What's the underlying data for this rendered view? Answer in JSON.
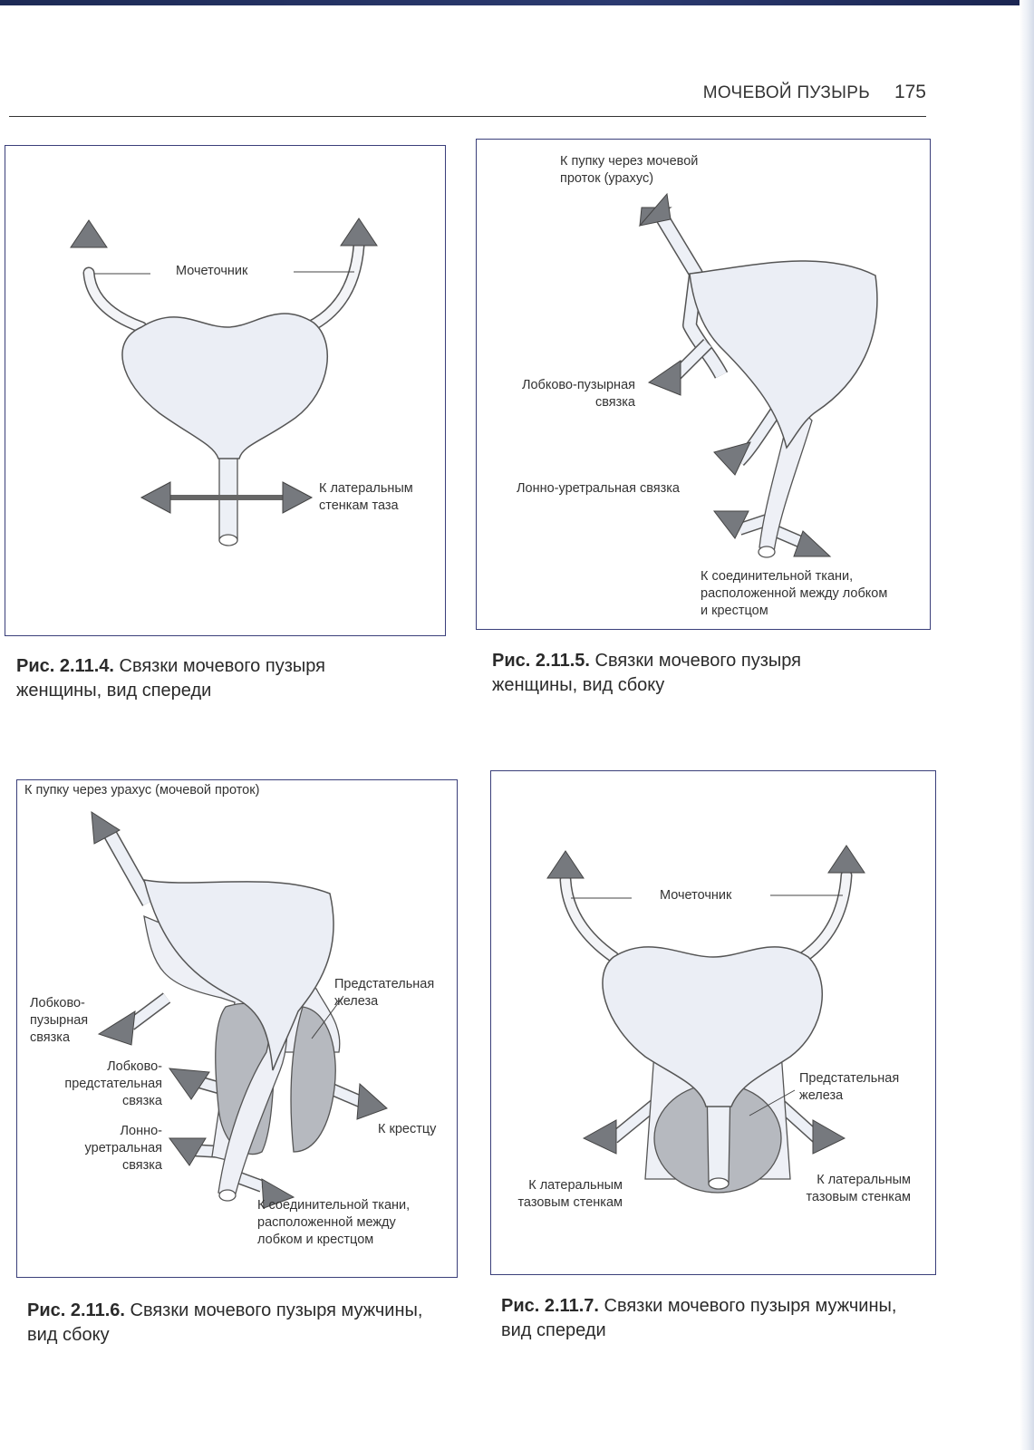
{
  "header": {
    "running_title": "МОЧЕВОЙ ПУЗЫРЬ",
    "page_number": "175"
  },
  "figures": [
    {
      "labels": [
        "Мочеточник",
        "К латеральным\nстенкам таза"
      ],
      "caption_number": "Рис. 2.11.4.",
      "caption_text": "Связки мочевого пузыря женщины, вид спереди"
    },
    {
      "labels": [
        "К пупку через мочевой\nпроток (урахус)",
        "Лобково-пузырная\nсвязка",
        "Лонно-уретральная связка",
        "К соединительной ткани,\nрасположенной между лобком\nи крестцом"
      ],
      "caption_number": "Рис. 2.11.5.",
      "caption_text": "Связки мочевого пузыря женщины, вид сбоку"
    },
    {
      "labels": [
        "К пупку через урахус (мочевой проток)",
        "Лобково-\nпузырная\nсвязка",
        "Лобково-\nпредстательная\nсвязка",
        "Лонно-\nуретральная\nсвязка",
        "Предстательная\nжелеза",
        "К крестцу",
        "К соединительной ткани,\nрасположенной между\nлобком и крестцом"
      ],
      "caption_number": "Рис. 2.11.6.",
      "caption_text": "Связки мочевого пузыря мужчины, вид сбоку"
    },
    {
      "labels": [
        "Мочеточник",
        "Предстательная\nжелеза",
        "К латеральным\nтазовым стенкам",
        "К латеральным\nтазовым стенкам"
      ],
      "caption_number": "Рис. 2.11.7.",
      "caption_text": "Связки мочевого пузыря мужчины, вид спереди"
    }
  ],
  "colors": {
    "bladder_fill": "#ebeef5",
    "arrow_fill": "#76797e",
    "prostate_fill": "#b6b9bf",
    "frame": "#3a3f7a"
  }
}
